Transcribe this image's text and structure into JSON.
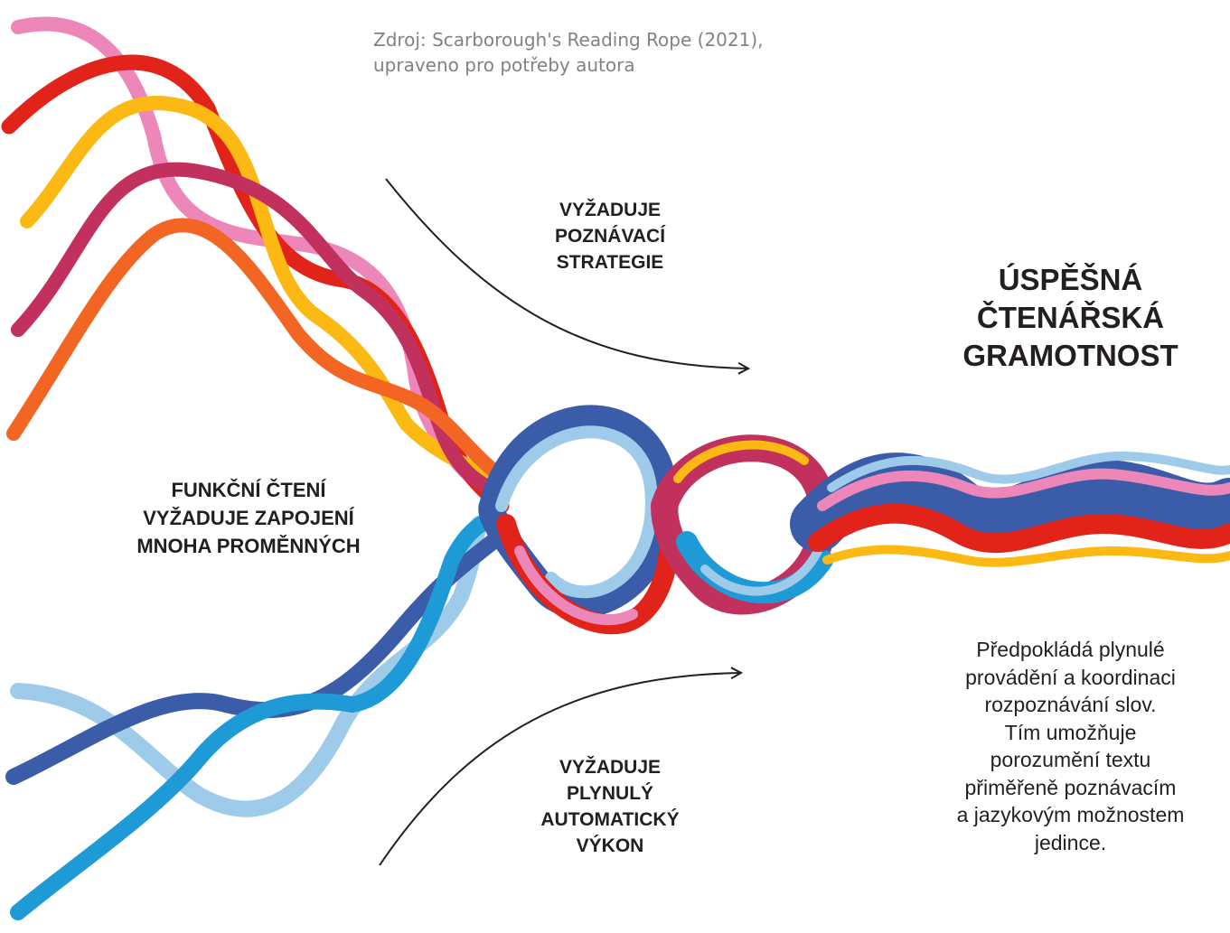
{
  "source": {
    "line1": "Zdroj: Scarborough's Reading Rope (2021),",
    "line2": "upraveno pro potřeby autora"
  },
  "labels": {
    "top": [
      "VYŽADUJE",
      "POZNÁVACÍ",
      "STRATEGIE"
    ],
    "bottom": [
      "VYŽADUJE",
      "PLYNULÝ",
      "AUTOMATICKÝ",
      "VÝKON"
    ],
    "left": [
      "FUNKČNÍ ČTENÍ",
      "VYŽADUJE ZAPOJENÍ",
      "MNOHA PROMĚNNÝCH"
    ]
  },
  "result": {
    "title": [
      "ÚSPĚŠNÁ",
      "ČTENÁŘSKÁ",
      "GRAMOTNOST"
    ],
    "description": [
      "Předpokládá plynulé",
      "provádění a koordinaci",
      "rozpoznávání slov.",
      "Tím umožňuje",
      "porozumění textu",
      "přiměřeně poznávacím",
      "a jazykovým možnostem",
      "jedince."
    ]
  },
  "colors": {
    "panel": "#b5e1d0",
    "text": "#231f20",
    "source_text": "#808285",
    "upper_strands": [
      "#e2231a",
      "#ed87b9",
      "#fdb913",
      "#c2305d",
      "#f26522"
    ],
    "lower_strands": [
      "#9ecbea",
      "#3b5ca8",
      "#1e9bd7"
    ]
  }
}
